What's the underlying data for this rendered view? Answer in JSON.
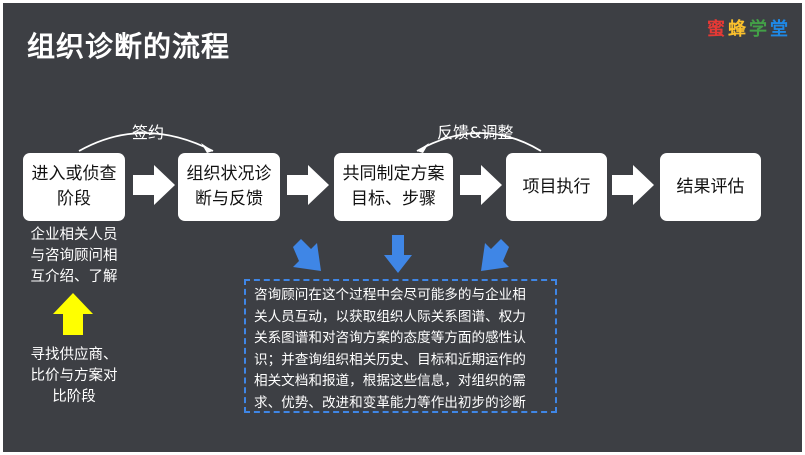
{
  "title": "组织诊断的流程",
  "brand": {
    "chars": [
      "蜜",
      "蜂",
      "学",
      "堂"
    ],
    "colors": [
      "#e53935",
      "#fbc02d",
      "#43a047",
      "#1e88e5"
    ]
  },
  "steps": [
    {
      "line1": "进入或侦查",
      "line2": "阶段"
    },
    {
      "line1": "组织状况诊",
      "line2": "断与反馈"
    },
    {
      "line1": "共同制定方案",
      "line2": "目标、步骤"
    },
    {
      "line1": "项目执行",
      "line2": ""
    },
    {
      "line1": "结果评估",
      "line2": ""
    }
  ],
  "labels": {
    "sign": "签约",
    "feedback": "反馈&调整"
  },
  "notes": {
    "intro": [
      "企业相关人员",
      "与咨询顾问相",
      "互介绍、了解"
    ],
    "pre": [
      "寻找供应商、",
      "比价与方案对",
      "比阶段"
    ]
  },
  "info_lines": [
    "咨询顾问在这个过程中会尽可能多的与企业相",
    "关人员互动，以获取组织人际关系图谱、权力",
    "关系图谱和对咨询方案的态度等方面的感性认",
    "识；并查询组织相关历史、目标和近期运作的",
    "相关文档和报道，根据这些信息，对组织的需",
    "求、优势、改进和变革能力等作出初步的诊断"
  ],
  "colors": {
    "background": "#3d3f44",
    "box": "#ffffff",
    "blue_arrow": "#3f86e6",
    "yellow_arrow": "#ffff00",
    "dashed_border": "#3f86e6"
  }
}
